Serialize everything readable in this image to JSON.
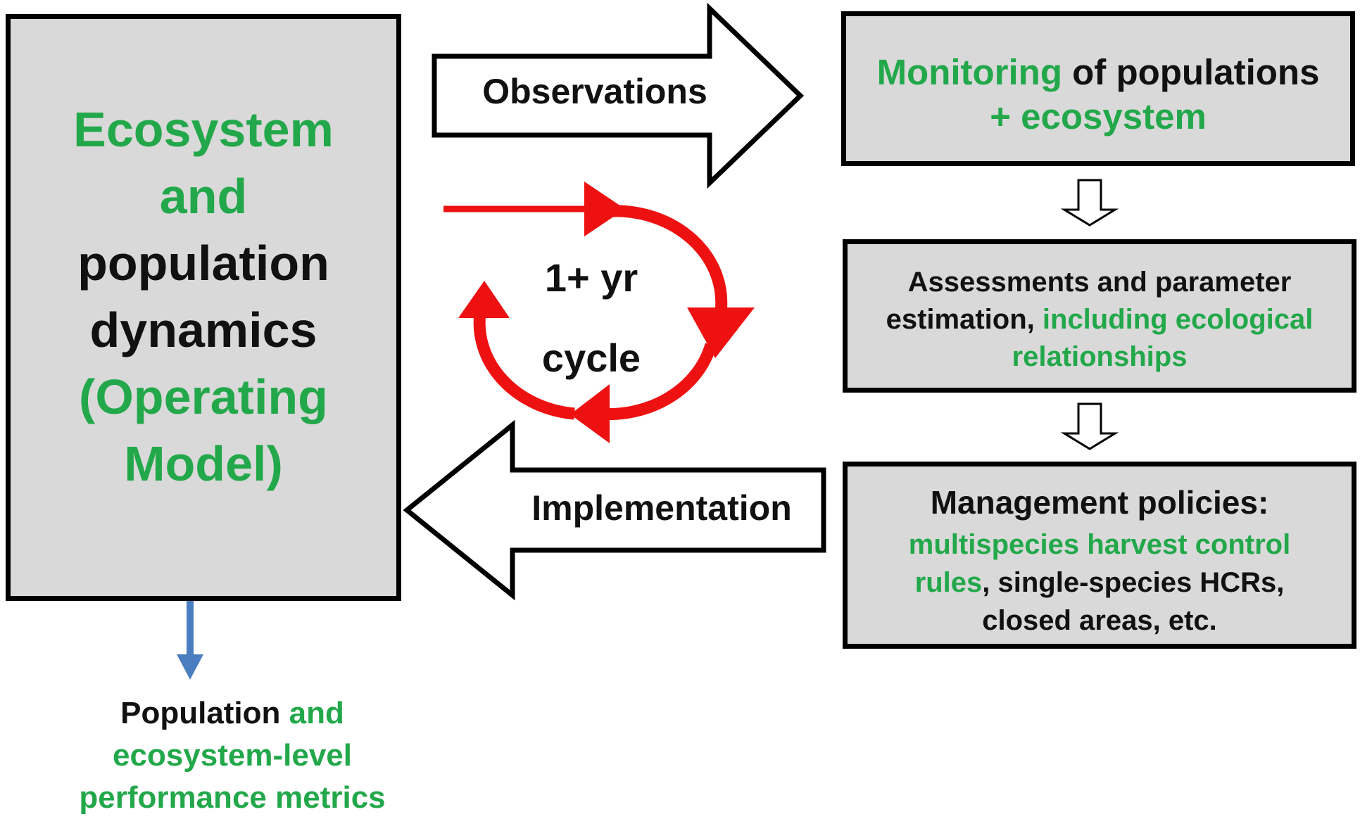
{
  "colors": {
    "green": "#22a84a",
    "black": "#111111",
    "box_fill": "#d9d9d9",
    "cycle_red": "#ee1111",
    "metric_arrow_blue": "#4a7ec0"
  },
  "operating_model": {
    "line1": "Ecosystem",
    "line2": "and",
    "line3": "population",
    "line4": "dynamics",
    "line5": "(Operating",
    "line6": "Model)"
  },
  "observations_arrow": {
    "label": "Observations"
  },
  "implementation_arrow": {
    "label": "Implementation"
  },
  "cycle": {
    "line1": "1+ yr",
    "line2": "cycle"
  },
  "monitoring": {
    "green_part": "Monitoring",
    "black_part": "of populations",
    "line2": "+ ecosystem"
  },
  "assessments": {
    "line1": "Assessments and parameter",
    "line2_black": "estimation,",
    "line2_green": "including ecological",
    "line3": "relationships"
  },
  "management": {
    "title": "Management policies:",
    "line2": "multispecies harvest control",
    "line3_green": "rules",
    "line3_black": ", single-species HCRs,",
    "line4": "closed areas, etc."
  },
  "metrics": {
    "line1_black": "Population",
    "line1_green": "and",
    "line2": "ecosystem-level",
    "line3": "performance metrics"
  }
}
